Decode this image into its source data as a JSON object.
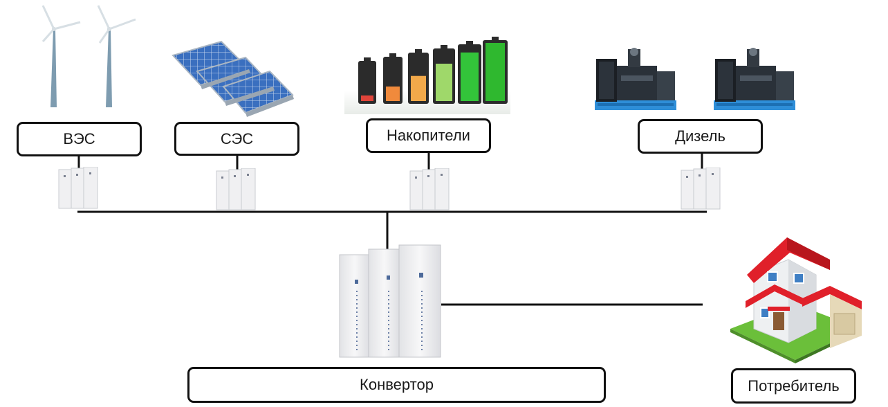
{
  "nodes": {
    "wind": {
      "label": "ВЭС"
    },
    "solar": {
      "label": "СЭС"
    },
    "storage": {
      "label": "Накопители"
    },
    "diesel": {
      "label": "Дизель"
    },
    "converter": {
      "label": "Конвертор"
    },
    "consumer": {
      "label": "Потребитель"
    }
  },
  "battery_levels": [
    0.15,
    0.35,
    0.55,
    0.75,
    0.9,
    1.0
  ],
  "colors": {
    "line": "#111111",
    "panel": "#3a6fbf",
    "generator_frame": "#2e8ed8",
    "roof": "#e0202a",
    "grass": "#6bbf3a"
  }
}
